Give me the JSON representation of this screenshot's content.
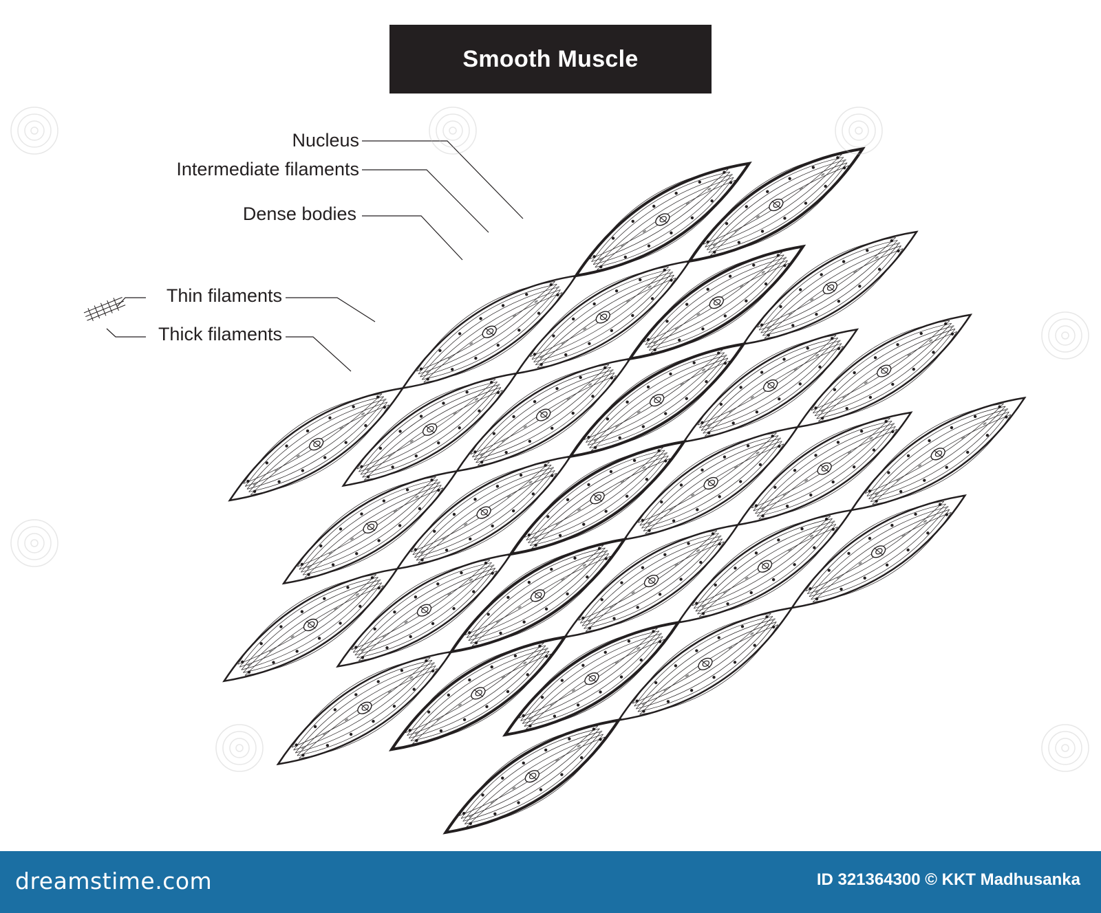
{
  "title": "Smooth Muscle",
  "labels": {
    "nucleus": "Nucleus",
    "intermediate_filaments": "Intermediate filaments",
    "dense_bodies": "Dense bodies",
    "thin_filaments": "Thin filaments",
    "thick_filaments": "Thick filaments"
  },
  "footer": {
    "brand": "dreamstime.com",
    "credit": "ID 321364300 © KKT Madhusanka"
  },
  "colors": {
    "ink": "#231f20",
    "title_bg": "#231f20",
    "footer_bg": "#1b6fa3",
    "dense_body": "#888888"
  },
  "icons": [
    "watermark-spiral-icon",
    "filament-detail-icon"
  ]
}
